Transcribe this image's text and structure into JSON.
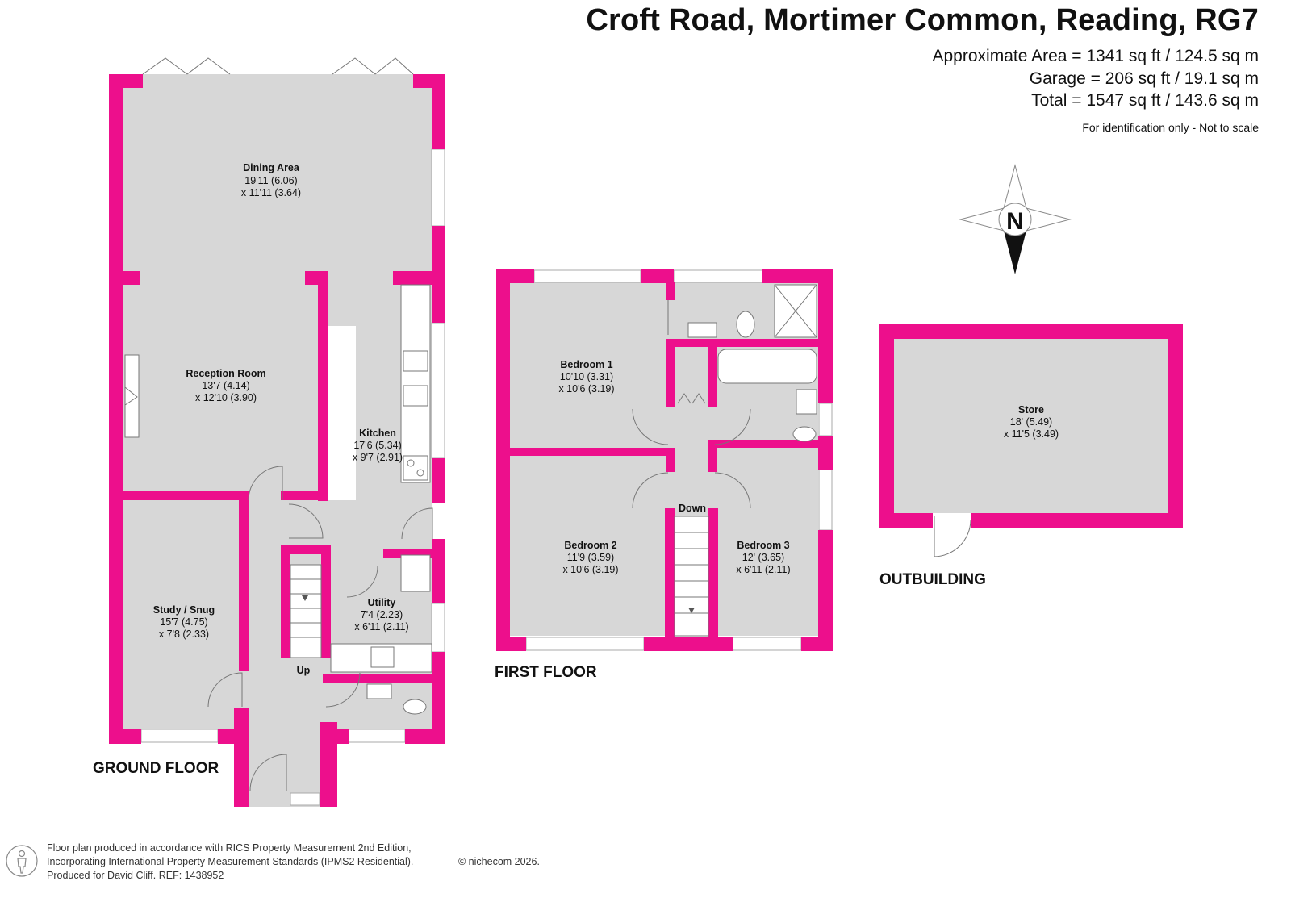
{
  "header": {
    "title": "Croft Road, Mortimer Common, Reading, RG7",
    "area_line": "Approximate Area = 1341 sq ft / 124.5 sq m",
    "garage_line": "Garage = 206 sq ft / 19.1 sq m",
    "total_line": "Total = 1547 sq ft / 143.6 sq m",
    "disclaimer": "For identification only - Not to scale"
  },
  "compass": {
    "label": "N",
    "icon": "compass-rose-icon"
  },
  "colors": {
    "wall": "#ED0F8C",
    "room": "#D7D7D7"
  },
  "ground_floor": {
    "label": "GROUND FLOOR",
    "rooms": {
      "dining": {
        "name": "Dining Area",
        "dim1": "19'11 (6.06)",
        "dim2": "x 11'11 (3.64)"
      },
      "reception": {
        "name": "Reception Room",
        "dim1": "13'7 (4.14)",
        "dim2": "x 12'10 (3.90)"
      },
      "kitchen": {
        "name": "Kitchen",
        "dim1": "17'6 (5.34)",
        "dim2": "x 9'7 (2.91)"
      },
      "study": {
        "name": "Study / Snug",
        "dim1": "15'7 (4.75)",
        "dim2": "x 7'8 (2.33)"
      },
      "utility": {
        "name": "Utility",
        "dim1": "7'4 (2.23)",
        "dim2": "x 6'11 (2.11)"
      }
    },
    "stairs_label": "Up"
  },
  "first_floor": {
    "label": "FIRST FLOOR",
    "rooms": {
      "bed1": {
        "name": "Bedroom 1",
        "dim1": "10'10 (3.31)",
        "dim2": "x 10'6 (3.19)"
      },
      "bed2": {
        "name": "Bedroom 2",
        "dim1": "11'9 (3.59)",
        "dim2": "x 10'6 (3.19)"
      },
      "bed3": {
        "name": "Bedroom 3",
        "dim1": "12' (3.65)",
        "dim2": "x 6'11 (2.11)"
      }
    },
    "stairs_label": "Down"
  },
  "outbuilding": {
    "label": "OUTBUILDING",
    "store": {
      "name": "Store",
      "dim1": "18' (5.49)",
      "dim2": "x 11'5 (3.49)"
    }
  },
  "footer": {
    "line1": "Floor plan produced in accordance with RICS Property Measurement 2nd Edition,",
    "line2": "Incorporating International Property Measurement Standards (IPMS2 Residential).",
    "line3": "Produced for David Cliff.   REF:  1438952",
    "copyright": "© nichecom 2026."
  }
}
